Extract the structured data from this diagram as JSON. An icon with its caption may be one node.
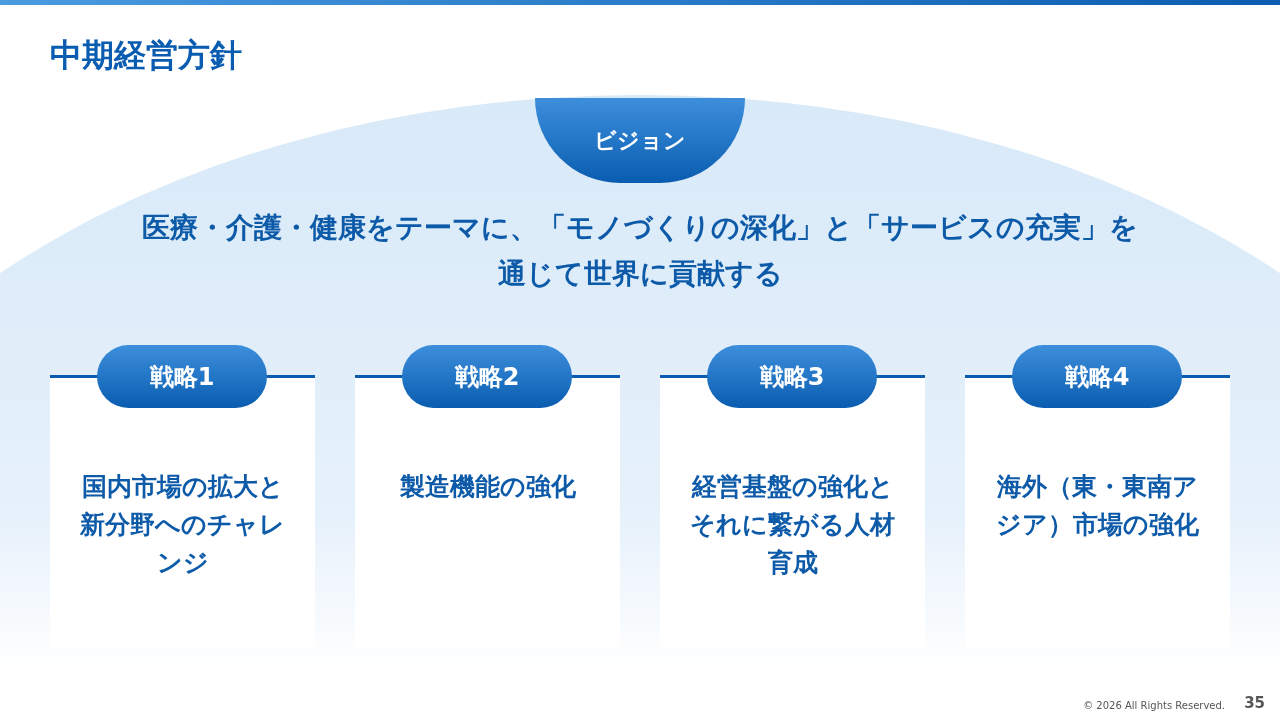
{
  "diagram": {
    "title": "中期経営方針",
    "nodes": [
      {
        "text": [
          "ビジョン"
        ]
      },
      {
        "text": [
          "戦略1",
          "国内市場の拡大と新分野へのチャレンジ"
        ]
      },
      {
        "text": [
          "戦略2",
          "製造機能の強化"
        ]
      },
      {
        "text": [
          "戦略3",
          "経営基盤の強化とそれに繋がる人材育成"
        ]
      },
      {
        "text": [
          "戦略4",
          "海外（東・東南アジア）市場の強化"
        ]
      }
    ],
    "labels": [
      "医療・介護・健康をテーマに、「モノづくりの深化」と「サービスの充実」を通じて世界に貢献する",
      "© 2026 All Rights Reserved.",
      "35"
    ]
  }
}
